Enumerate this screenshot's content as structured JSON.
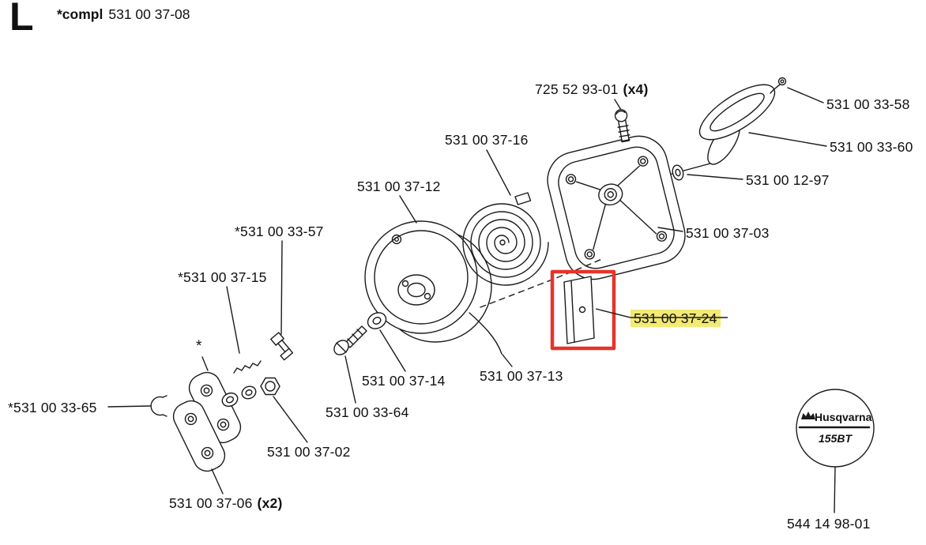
{
  "header": {
    "section_letter": "L",
    "compl_prefix": "*compl",
    "compl_number": "531 00 37-08"
  },
  "labels": [
    {
      "text": "725 52 93-01",
      "qty": "(x4)"
    },
    {
      "text": "531 00 33-58"
    },
    {
      "text": "531 00 33-60"
    },
    {
      "text": "531 00 12-97"
    },
    {
      "text": "531 00 37-16"
    },
    {
      "text": "531 00 37-12"
    },
    {
      "text": "531 00 37-03"
    },
    {
      "text": "*531 00 33-57"
    },
    {
      "text": "*531 00 37-15"
    },
    {
      "text": "531 00 37-24",
      "highlighted": true
    },
    {
      "text": "531 00 37-14"
    },
    {
      "text": "531 00 37-13"
    },
    {
      "text": "531 00 33-64"
    },
    {
      "text": "*531 00 33-65"
    },
    {
      "text": "531 00 37-02"
    },
    {
      "text": "531 00 37-06",
      "qty": "(x2)"
    },
    {
      "text": "544 14 98-01"
    }
  ],
  "marker": {
    "asterisk": "*"
  },
  "logo": {
    "brand": "Husqvarna",
    "model": "155BT"
  },
  "colors": {
    "highlight_bg": "#f2ea72",
    "highlight_box": "#e5342b"
  }
}
